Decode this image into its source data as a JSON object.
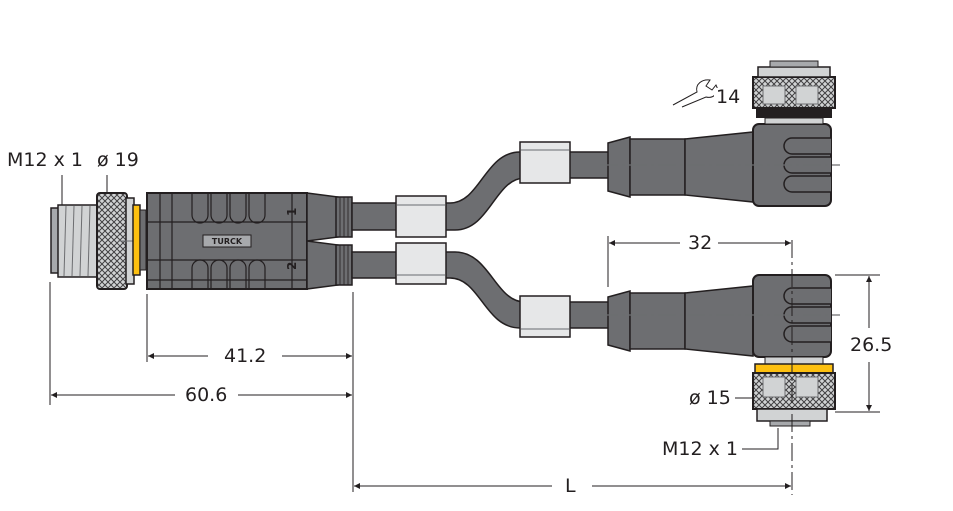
{
  "diagram": {
    "type": "technical dimension drawing",
    "subject": "Y-splitter cable: M12 male straight connector to two M12 female right-angle connectors",
    "brand_mark": "TURCK",
    "port_labels": [
      "1",
      "2"
    ],
    "colors": {
      "body_gray": "#6d6e71",
      "light_gray": "#d1d3d4",
      "sleeve_gray": "#e6e7e8",
      "outline": "#231f20",
      "accent_yellow": "#fdc010",
      "knurl_dark": "#414042"
    }
  },
  "dimensions": {
    "male_thread": "M12 x 1",
    "male_nut_diameter": "ø 19",
    "wrench_size": "14",
    "body_length": "41.2",
    "overall_male_length": "60.6",
    "female_head_length": "32",
    "female_height": "26.5",
    "female_nut_diameter": "ø 15",
    "female_thread": "M12 x 1",
    "cable_length": "L"
  }
}
